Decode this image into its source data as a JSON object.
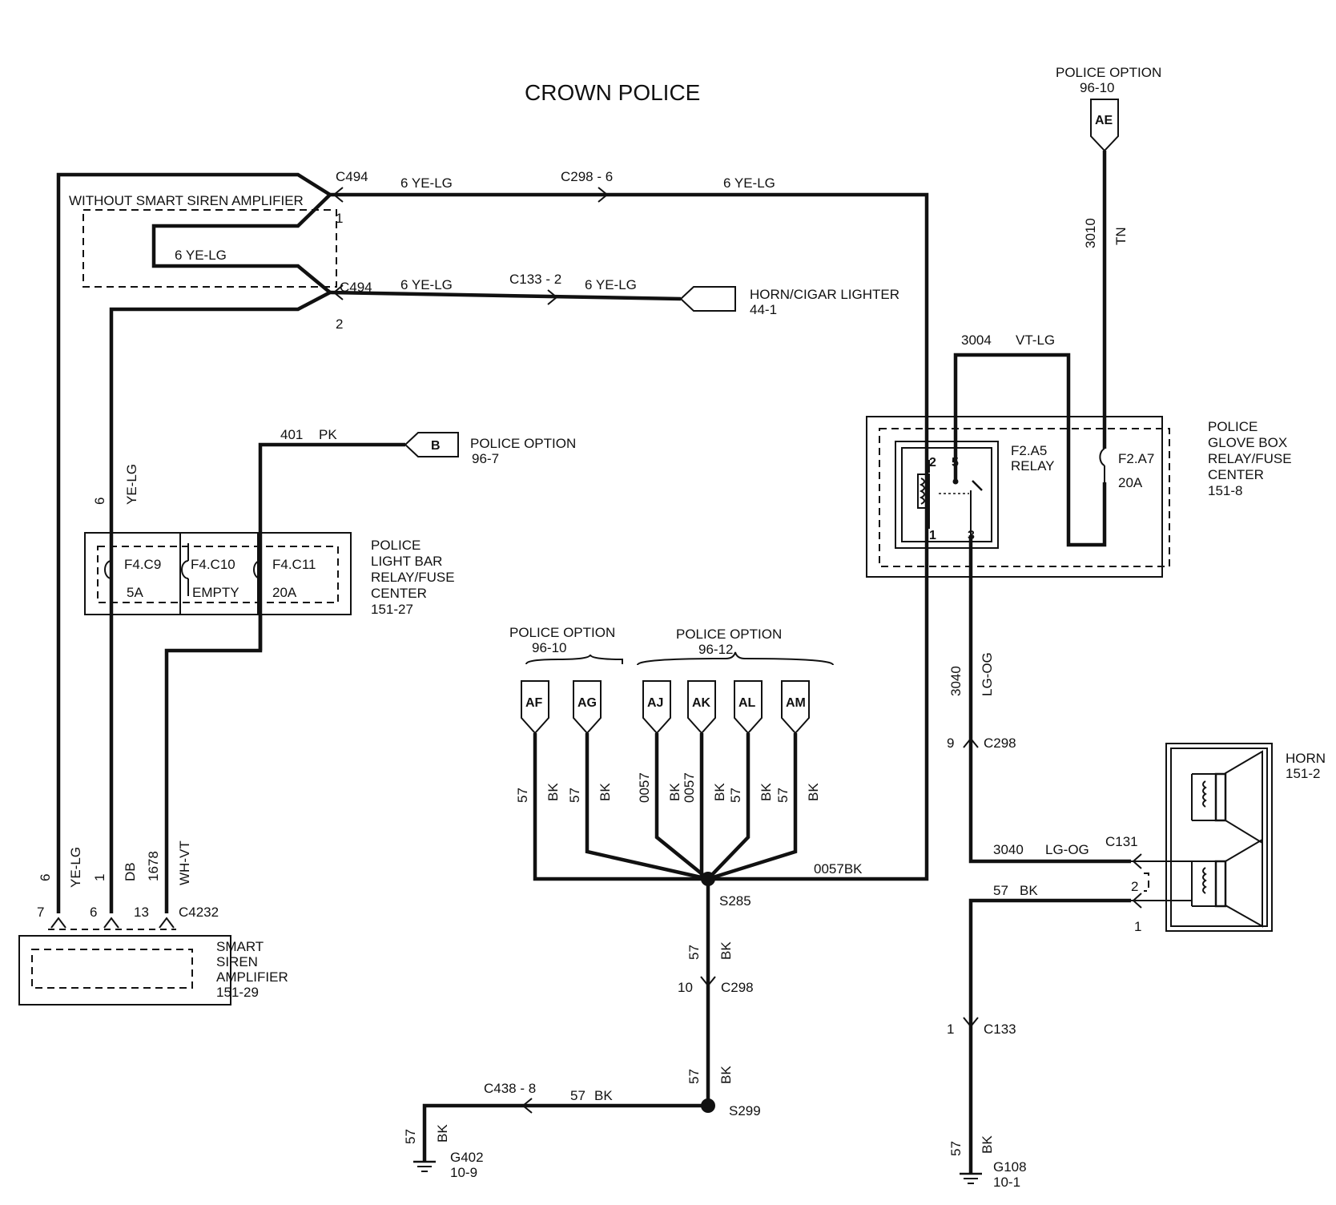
{
  "title": "CROWN POLICE",
  "connectors": {
    "c494_top": {
      "name": "C494",
      "pin": "1"
    },
    "c494_bot": {
      "name": "C494",
      "pin": "2"
    },
    "c298_6": "C298 - 6",
    "c133_2": "C133 - 2",
    "c298_9": {
      "name": "C298",
      "pin": "9"
    },
    "c298_10": {
      "name": "C298",
      "pin": "10"
    },
    "c131": {
      "name": "C131",
      "pin1": "1",
      "pin2": "2"
    },
    "c133_1": {
      "name": "C133",
      "pin": "1"
    },
    "c438_8": "C438 - 8",
    "c4232": {
      "name": "C4232",
      "pin7": "7",
      "pin6": "6",
      "pin13": "13"
    }
  },
  "circuits": {
    "yelg_top_a": "6  YE-LG",
    "yelg_top_b": "6  YE-LG",
    "yelg_loop": "6  YE-LG",
    "yelg_bot_a": "6  YE-LG",
    "yelg_bot_b": "6  YE-LG",
    "vtlg": {
      "num": "3004",
      "color": "VT-LG"
    },
    "tn": {
      "num": "3010",
      "color": "TN"
    },
    "pk": {
      "num": "401",
      "color": "PK"
    },
    "lgog_v": {
      "num": "3040",
      "color": "LG-OG"
    },
    "lgog_h": {
      "num": "3040",
      "color": "LG-OG"
    },
    "bk_horn": {
      "num": "57",
      "color": "BK"
    },
    "bk_s285": "0057BK",
    "bk_sample": {
      "num": "57",
      "color": "BK"
    },
    "bk_c438": {
      "num": "57",
      "color": "BK"
    },
    "vert_yelg_fuse": {
      "num": "6",
      "color": "YE-LG"
    },
    "amp_yelg": {
      "num": "6",
      "color": "YE-LG"
    },
    "amp_db": {
      "num": "1",
      "color": "DB"
    },
    "amp_whvt": {
      "num": "1678",
      "color": "WH-VT"
    },
    "drops": [
      {
        "num": "57",
        "color": "BK"
      },
      {
        "num": "57",
        "color": "BK"
      },
      {
        "num": "0057",
        "color": "BK"
      },
      {
        "num": "0057",
        "color": "BK"
      },
      {
        "num": "57",
        "color": "BK"
      },
      {
        "num": "57",
        "color": "BK"
      }
    ]
  },
  "components": {
    "without_amp": "WITHOUT SMART SIREN AMPLIFIER",
    "horn_lighter": {
      "name": "HORN/CIGAR LIGHTER",
      "ref": "44-1"
    },
    "police_option_ae": {
      "name": "POLICE OPTION",
      "ref": "96-10",
      "pin": "AE"
    },
    "police_option_b": {
      "name": "POLICE OPTION",
      "ref": "96-7",
      "pin": "B"
    },
    "glove_box": {
      "lines": [
        "POLICE",
        "GLOVE BOX",
        "RELAY/FUSE",
        "CENTER",
        "151-8"
      ]
    },
    "relay": {
      "name": "F2.A5",
      "type": "RELAY",
      "pins": [
        "2",
        "5",
        "1",
        "3"
      ]
    },
    "fuse_f2a7": {
      "name": "F2.A7",
      "rating": "20A"
    },
    "light_bar": {
      "lines": [
        "POLICE",
        "LIGHT BAR",
        "RELAY/FUSE",
        "CENTER",
        "151-27"
      ]
    },
    "fuses": [
      {
        "name": "F4.C9",
        "rating": "5A"
      },
      {
        "name": "F4.C10",
        "rating": "EMPTY"
      },
      {
        "name": "F4.C11",
        "rating": "20A"
      }
    ],
    "option_96_10": {
      "name": "POLICE OPTION",
      "ref": "96-10",
      "pins": [
        "AF",
        "AG"
      ]
    },
    "option_96_12": {
      "name": "POLICE OPTION",
      "ref": "96-12",
      "pins": [
        "AJ",
        "AK",
        "AL",
        "AM"
      ]
    },
    "horn": {
      "name": "HORN",
      "ref": "151-2"
    },
    "siren_amp": {
      "lines": [
        "SMART",
        "SIREN",
        "AMPLIFIER",
        "151-29"
      ]
    },
    "splices": {
      "s285": "S285",
      "s299": "S299"
    },
    "grounds": {
      "g402": {
        "name": "G402",
        "ref": "10-9"
      },
      "g108": {
        "name": "G108",
        "ref": "10-1"
      }
    }
  }
}
